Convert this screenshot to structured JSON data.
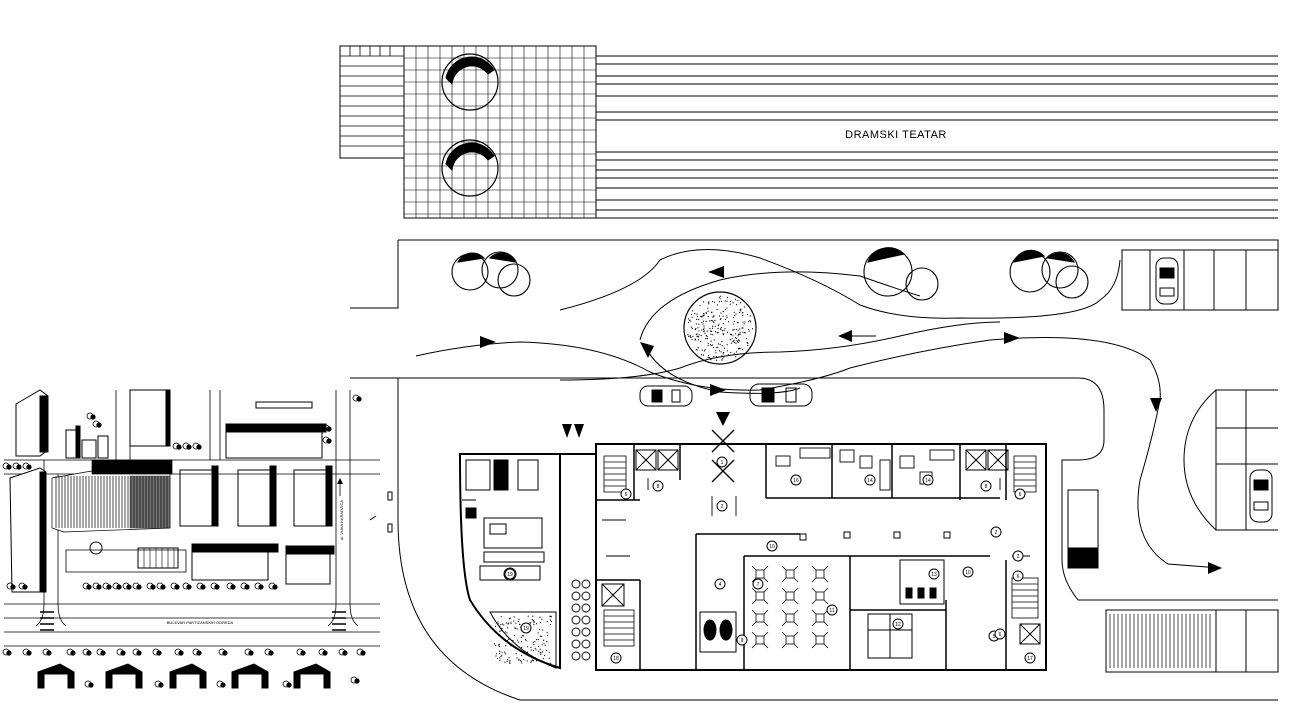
{
  "labels": {
    "building_name": "DRAMSKI TEATAR",
    "street_south": "BULEVAR PARTIZANSKIH ODREDA",
    "street_east": "ul. VUKA KARADZICA"
  },
  "room_numbers": [
    "1",
    "2",
    "2",
    "2",
    "4",
    "5",
    "6",
    "6",
    "6",
    "6",
    "7",
    "8",
    "8",
    "9",
    "10",
    "10",
    "11",
    "12",
    "13",
    "14",
    "14",
    "16",
    "17",
    "18",
    "19",
    "19"
  ],
  "colors": {
    "line": "#000000",
    "background": "#ffffff"
  }
}
